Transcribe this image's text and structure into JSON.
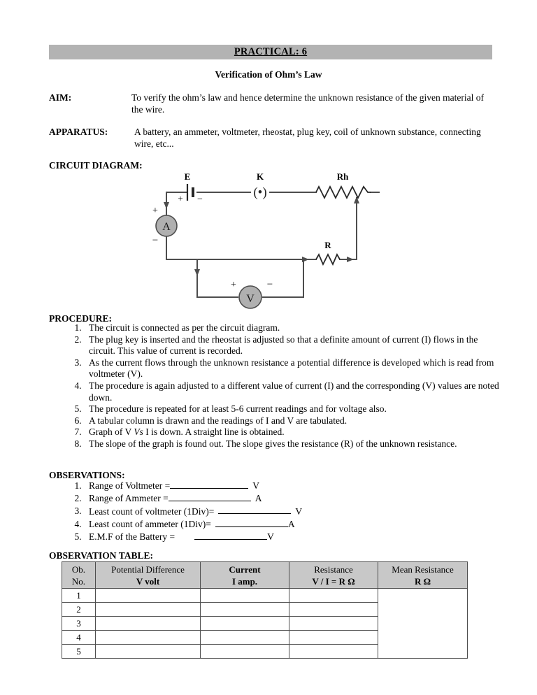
{
  "header": {
    "practical_title": "PRACTICAL: 6",
    "subtitle": "Verification of Ohm’s Law"
  },
  "aim": {
    "label": "AIM:",
    "text": "To verify the ohm’s law and hence determine the unknown resistance of the given material of the wire."
  },
  "apparatus": {
    "label": "APPARATUS:",
    "text": "A battery, an ammeter, voltmeter, rheostat, plug key, coil of unknown substance, connecting wire, etc..."
  },
  "circuit": {
    "heading": "CIRCUIT DIAGRAM:",
    "labels": {
      "battery": "E",
      "key": "K",
      "rheostat": "Rh",
      "resistance": "R",
      "ammeter": "A",
      "voltmeter": "V",
      "plus": "+",
      "minus": "−"
    },
    "colors": {
      "meter_fill": "#b0b0b0",
      "wire": "#4d4d4d",
      "symbol": "#262626"
    }
  },
  "procedure": {
    "heading": "PROCEDURE:",
    "steps": [
      "The circuit is connected as per the circuit diagram.",
      "The plug key is inserted and the rheostat is adjusted so that a definite amount of current (I) flows in the circuit. This value of current is recorded.",
      "As the current flows through the unknown resistance a potential difference is developed which is read from voltmeter (V).",
      "The procedure is again adjusted to a different value of current (I) and the corresponding (V) values are noted down.",
      "The procedure is repeated for at least 5-6 current readings and for voltage also.",
      "A tabular column is drawn and the readings of I and V are tabulated.",
      "Graph of V Vs I is down. A straight line is obtained.",
      "The slope of the graph is found out. The slope gives the resistance (R) of the unknown resistance."
    ],
    "step7_parts": {
      "pre": "Graph of V ",
      "italic": "Vs",
      "post": " I is down. A straight line is obtained."
    }
  },
  "observations": {
    "heading": "OBSERVATIONS:",
    "items": [
      {
        "text": "Range of Voltmeter =",
        "unit": "V"
      },
      {
        "text": "Range of Ammeter =",
        "unit": "A"
      },
      {
        "text": "Least count of voltmeter (1Div)=",
        "unit": "V"
      },
      {
        "text": "Least count of ammeter  (1Div)=",
        "unit": "A"
      },
      {
        "text": "E.M.F of the Battery  =",
        "unit": "V"
      }
    ]
  },
  "observation_table": {
    "heading": "OBSERVATION TABLE:",
    "columns": [
      {
        "line1": "Ob.",
        "line2": "No."
      },
      {
        "line1": "Potential Difference",
        "line2": "V volt"
      },
      {
        "line1": "Current",
        "line2": "I amp."
      },
      {
        "line1": "Resistance",
        "line2": "V / I = R Ω"
      },
      {
        "line1": "Mean Resistance",
        "line2": "R Ω"
      }
    ],
    "rows": [
      {
        "no": "1",
        "v": "",
        "i": "",
        "r": ""
      },
      {
        "no": "2",
        "v": "",
        "i": "",
        "r": ""
      },
      {
        "no": "3",
        "v": "",
        "i": "",
        "r": ""
      },
      {
        "no": "4",
        "v": "",
        "i": "",
        "r": ""
      },
      {
        "no": "5",
        "v": "",
        "i": "",
        "r": ""
      }
    ],
    "mean_cell": ""
  }
}
